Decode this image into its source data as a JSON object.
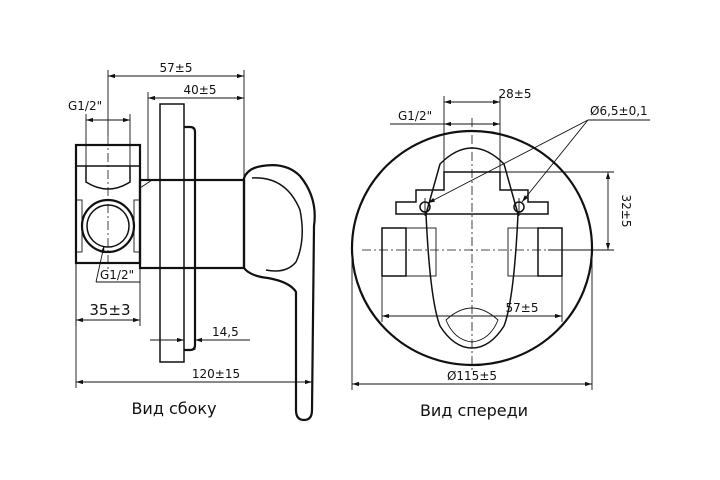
{
  "side_view": {
    "caption": "Вид сбоку",
    "dim_overall_top": "57±5",
    "dim_handle": "40±5",
    "dim_thread_top": "G1/2\"",
    "dim_thread_side": "G1/2\"",
    "dim_body": "35±3",
    "dim_plate": "14,5",
    "dim_overall_length": "120±15"
  },
  "front_view": {
    "caption": "Вид спереди",
    "dim_thread": "G1/2\"",
    "dim_hole_spacing": "28±5",
    "dim_hole_diameter": "Ø6,5±0,1",
    "dim_height": "32±5",
    "dim_width": "57±5",
    "dim_outer_diameter": "Ø115±5"
  },
  "colors": {
    "line": "#111111",
    "background": "#ffffff"
  }
}
